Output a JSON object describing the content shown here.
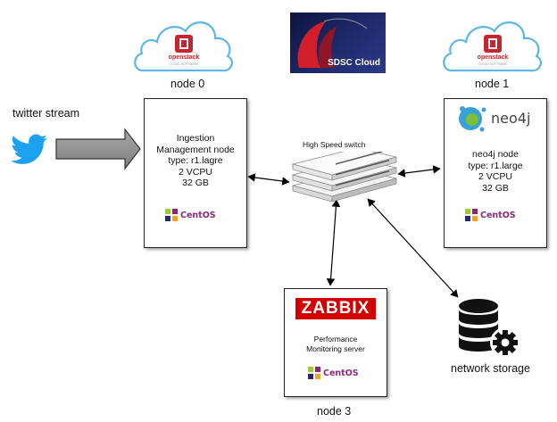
{
  "nodes": {
    "node0": {
      "label": "node 0",
      "lines": [
        "Ingestion",
        "Management node",
        "type: r1.lagre",
        "2 VCPU",
        "32 GB"
      ]
    },
    "node1": {
      "label": "node 1",
      "lines": [
        "neo4j node",
        "type: r1.large",
        "2 VCPU",
        "32 GB"
      ]
    },
    "node3": {
      "label": "node 3",
      "lines": [
        "Performance",
        "Monitoring server"
      ]
    }
  },
  "switch_label": "High Speed switch",
  "twitter_label": "twitter stream",
  "storage_label": "network storage",
  "logos": {
    "openstack": "openstack",
    "openstack_sub": "CLOUD SOFTWARE",
    "sdsc": "SDSC Cloud",
    "neo4j": "neo4j",
    "zabbix": "ZABBIX",
    "centos": "CentOS"
  },
  "colors": {
    "twitter": "#1da1f2",
    "cloud_outline": "#5bb7e6",
    "openstack_red": "#c1272d",
    "zabbix_red": "#d40000",
    "centos_text": "#8a2b7e",
    "sdsc_bg": "#1f2a6b",
    "neo4j_blue": "#3aa0d8",
    "neo4j_green": "#7bbf3a",
    "arrow_gray": "#8c8c8c"
  }
}
